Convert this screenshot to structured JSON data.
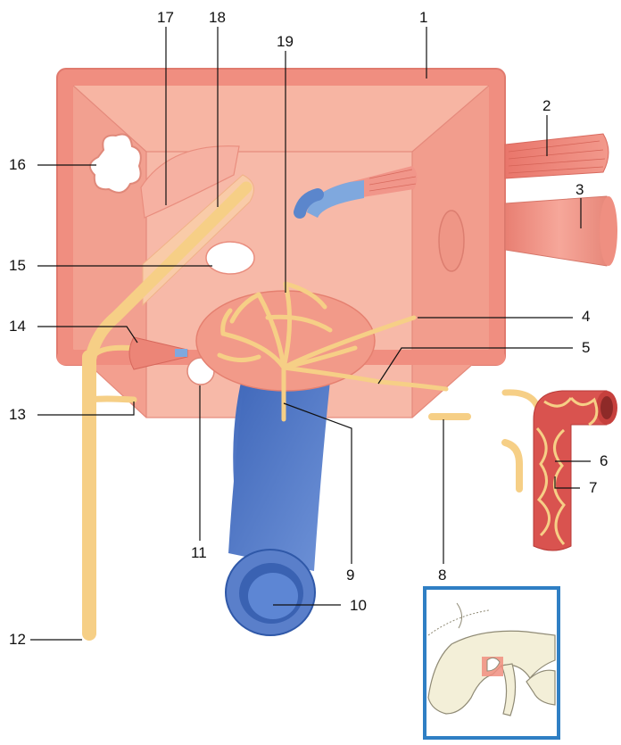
{
  "figure": {
    "labels": [
      "1",
      "2",
      "3",
      "4",
      "5",
      "6",
      "7",
      "8",
      "9",
      "10",
      "11",
      "12",
      "13",
      "14",
      "15",
      "16",
      "17",
      "18",
      "19"
    ]
  },
  "colors": {
    "wall": "#f08e80",
    "wall_inner": "#f4a898",
    "back_wall": "#f7b9a8",
    "nerve": "#f6cf86",
    "nerve_stroke": "#d8a454",
    "vein": "#4f78c8",
    "artery": "#d9534f",
    "inset_border": "#2f7fc4"
  }
}
